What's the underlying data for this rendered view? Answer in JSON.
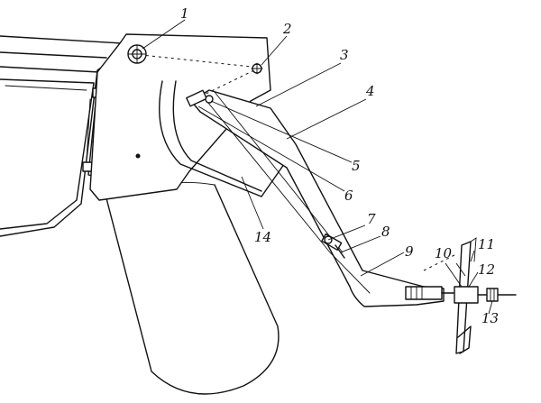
{
  "figure": {
    "callouts": [
      "1",
      "2",
      "3",
      "4",
      "5",
      "6",
      "7",
      "8",
      "9",
      "10",
      "11",
      "12",
      "13",
      "14"
    ]
  },
  "colors": {
    "ink": "#111111",
    "paper": "#ffffff"
  }
}
